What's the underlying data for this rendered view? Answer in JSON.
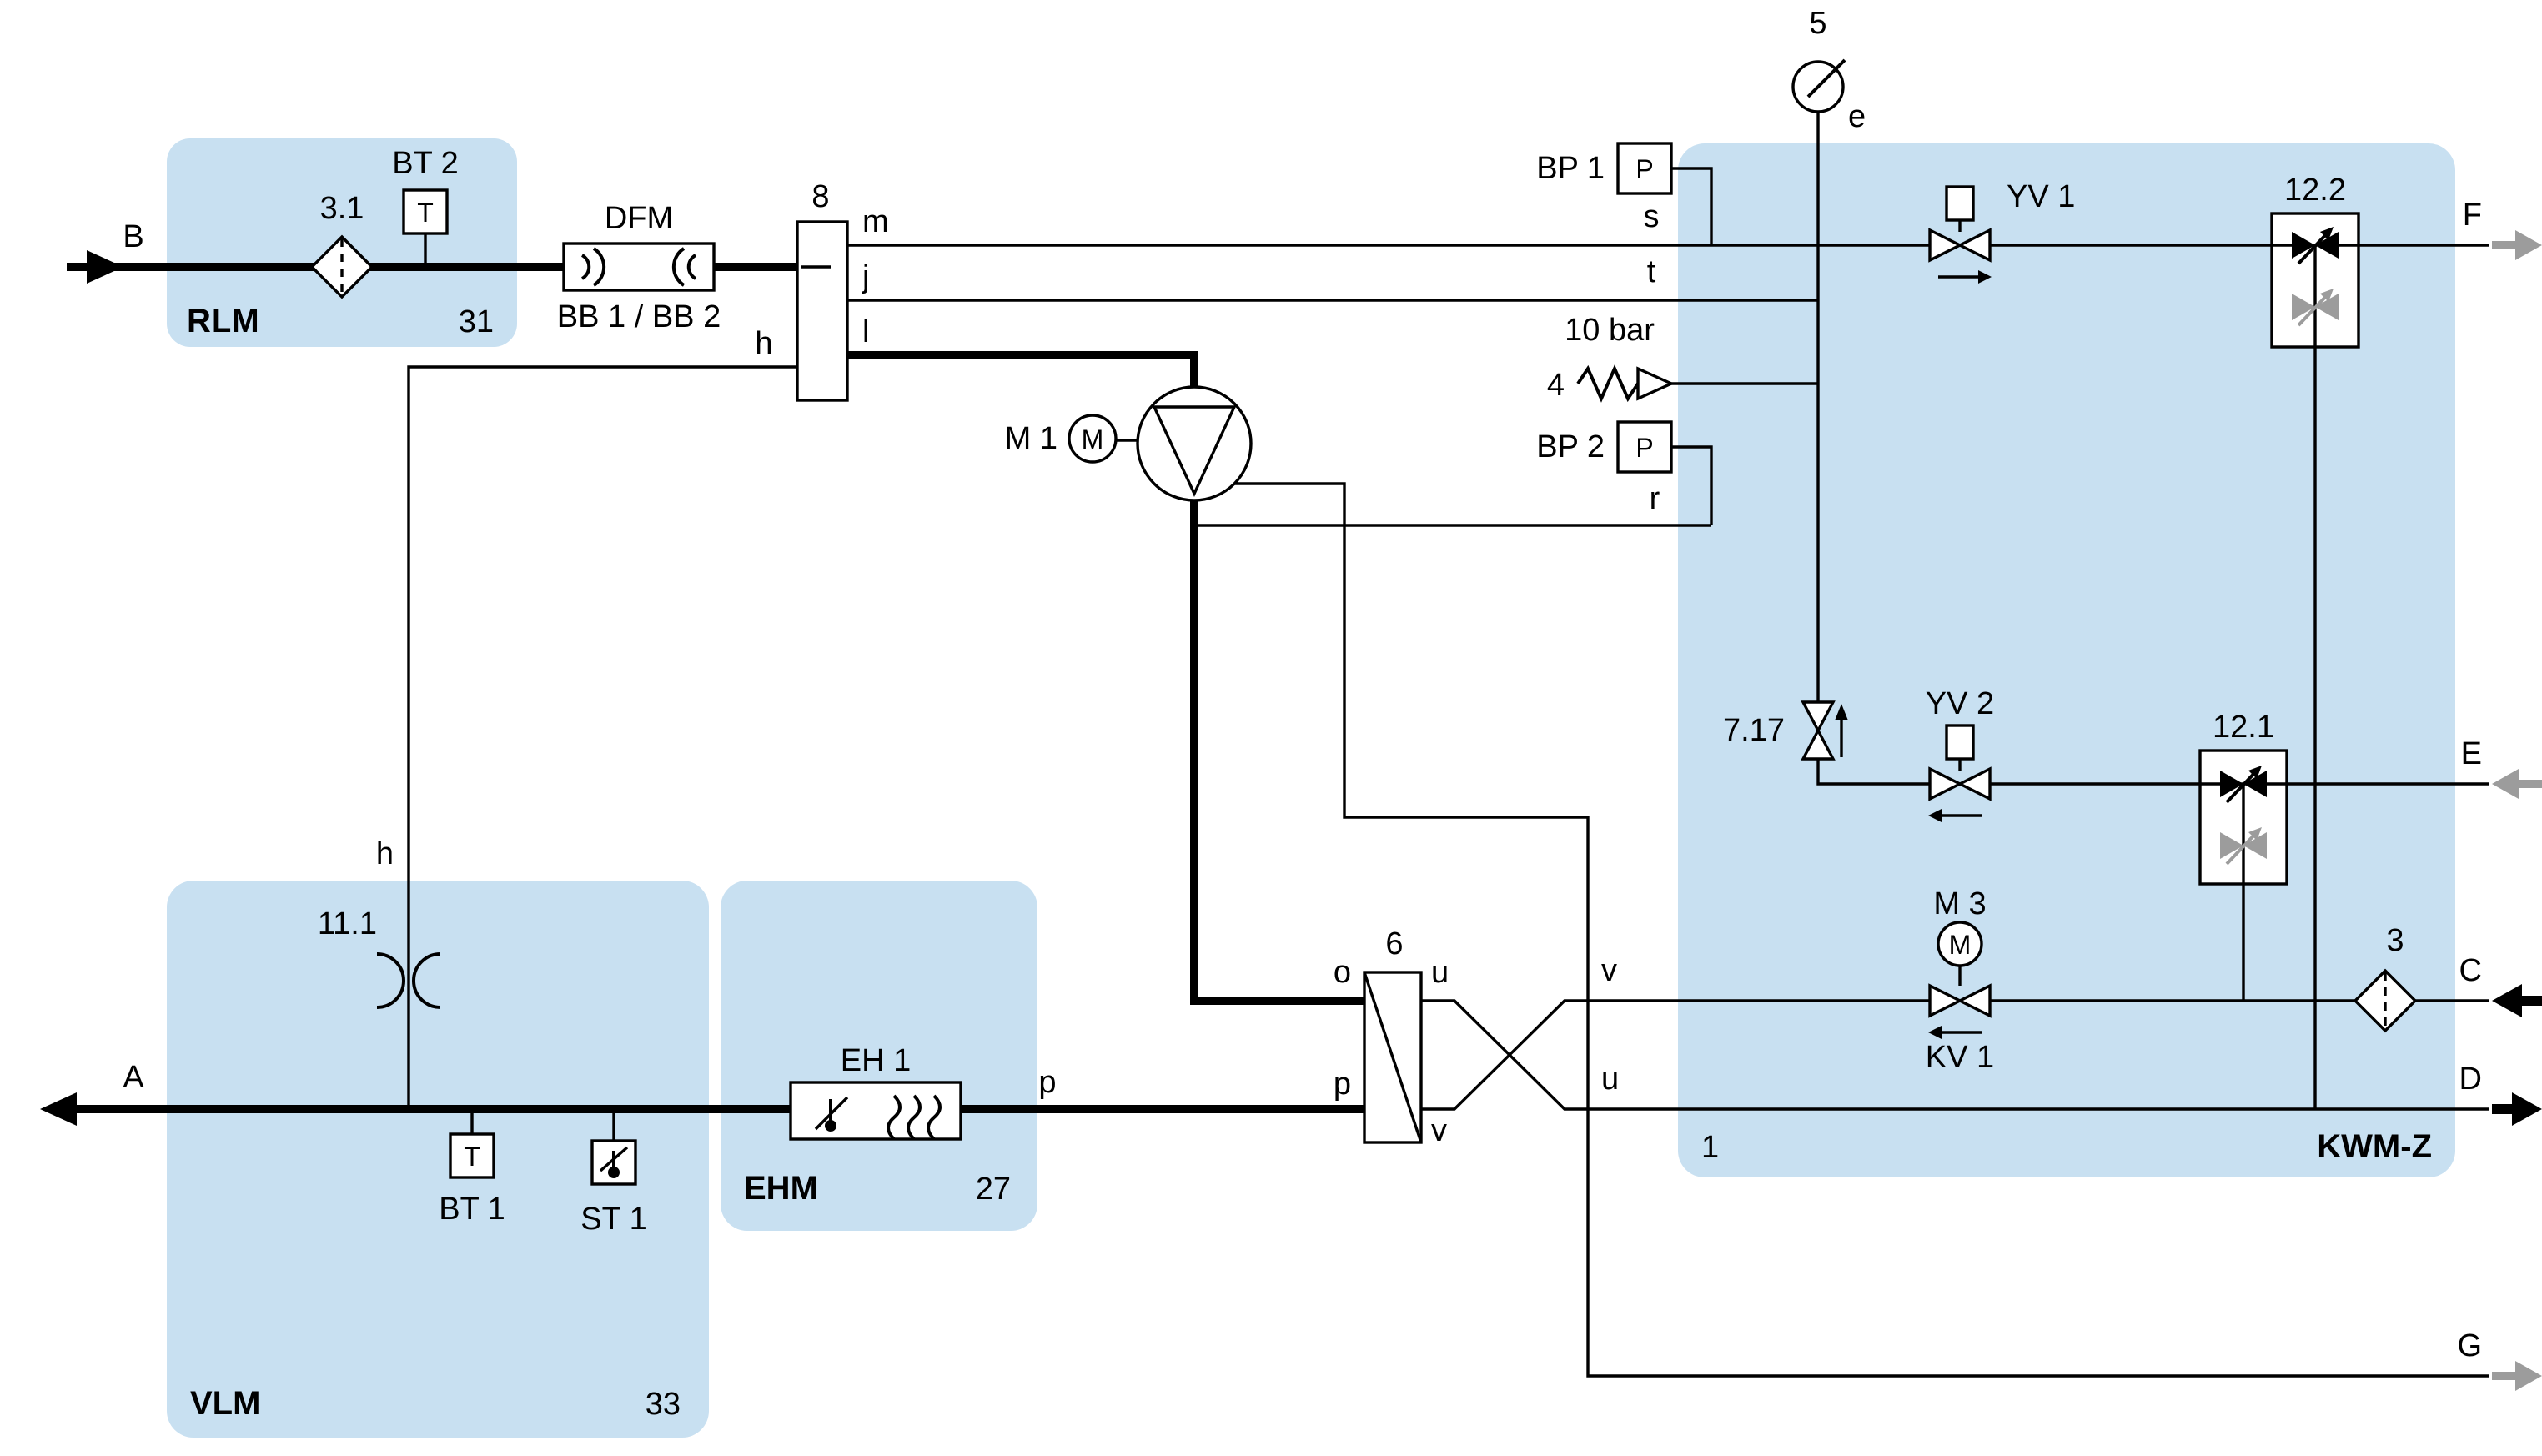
{
  "zones": {
    "rlm": {
      "name": "RLM",
      "id": "31"
    },
    "vlm": {
      "name": "VLM",
      "id": "33"
    },
    "ehm": {
      "name": "EHM",
      "id": "27"
    },
    "kwmz": {
      "name": "KWM-Z",
      "id": "1"
    }
  },
  "ports": {
    "a": "A",
    "b": "B",
    "c": "C",
    "d": "D",
    "e": "E",
    "f": "F",
    "g": "G"
  },
  "points": {
    "h": "h",
    "j": "j",
    "l": "l",
    "m": "m",
    "s": "s",
    "t": "t",
    "r": "r",
    "e": "e",
    "o": "o",
    "p": "p",
    "u": "u",
    "v": "v"
  },
  "components": {
    "filter_3_1": {
      "label": "3.1"
    },
    "temp_sensor_bt2": {
      "label": "BT 2",
      "letter": "T"
    },
    "flow_meter_dfm": {
      "label": "DFM",
      "sublabel": "BB 1 / BB 2"
    },
    "manifold_8": {
      "label": "8"
    },
    "pump_m1": {
      "label": "M 1",
      "letter": "M"
    },
    "pressure_bp1": {
      "label": "BP 1",
      "letter": "P"
    },
    "gauge_5": {
      "label": "5"
    },
    "relief_4": {
      "label": "4",
      "setting": "10 bar"
    },
    "pressure_bp2": {
      "label": "BP 2",
      "letter": "P"
    },
    "valve_yv1": {
      "label": "YV 1"
    },
    "block_12_2": {
      "label": "12.2"
    },
    "check_7_17": {
      "label": "7.17"
    },
    "valve_yv2": {
      "label": "YV 2"
    },
    "block_12_1": {
      "label": "12.1"
    },
    "restrictor_11_1": {
      "label": "11.1"
    },
    "motor_m3": {
      "label": "M 3",
      "letter": "M"
    },
    "valve_kv1": {
      "label": "KV 1"
    },
    "filter_3": {
      "label": "3"
    },
    "hx_6": {
      "label": "6"
    },
    "temp_sensor_bt1": {
      "label": "BT 1",
      "letter": "T"
    },
    "thermostat_st1": {
      "label": "ST 1"
    },
    "heater_eh1": {
      "label": "EH 1"
    }
  },
  "colors": {
    "zone_fill": "#c8e0f1",
    "line": "#000000",
    "gray_arrow": "#9c9c9c"
  }
}
